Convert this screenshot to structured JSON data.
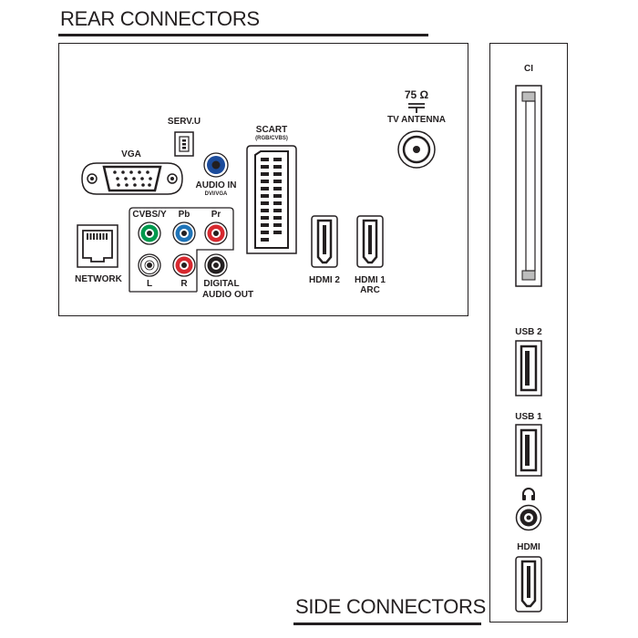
{
  "headings": {
    "rear": "REAR CONNECTORS",
    "side": "SIDE CONNECTORS"
  },
  "rear": {
    "serv_u": "SERV.U",
    "vga": "VGA",
    "audio_in": "AUDIO IN",
    "audio_in_sub": "DVI/VGA",
    "scart": "SCART",
    "scart_sub": "(RGB/CVBS)",
    "antenna_ohm": "75 Ω",
    "antenna": "TV ANTENNA",
    "network": "NETWORK",
    "cvbs_y": "CVBS/Y",
    "pb": "Pb",
    "pr": "Pr",
    "left": "L",
    "right": "R",
    "digital_audio_out_1": "DIGITAL",
    "digital_audio_out_2": "AUDIO OUT",
    "hdmi2": "HDMI 2",
    "hdmi1": "HDMI 1",
    "hdmi1_sub": "ARC"
  },
  "side": {
    "ci": "CI",
    "usb2": "USB 2",
    "usb1": "USB 1",
    "headphone_icon": "headphone-icon",
    "hdmi": "HDMI"
  },
  "colors": {
    "line": "#231f20",
    "green": "#009a4e",
    "blue": "#1f74b8",
    "red": "#d7282f",
    "dark_blue": "#1b4b9b",
    "white_jack": "#ffffff",
    "black_jack": "#231f20"
  }
}
